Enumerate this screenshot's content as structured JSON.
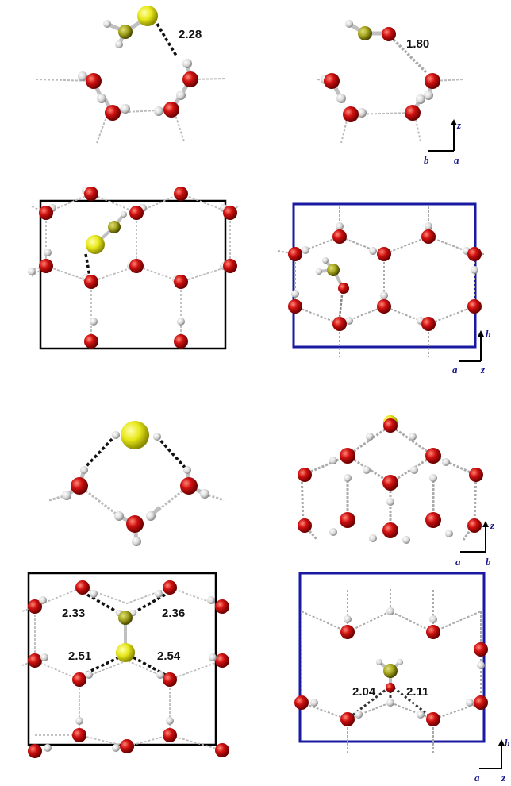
{
  "panels": {
    "top_left_side": {
      "distance": "2.28"
    },
    "top_right_side": {
      "distance": "1.80",
      "axes": {
        "vertical": "z",
        "left": "b",
        "right": "a"
      }
    },
    "top_right_top": {
      "axes": {
        "vertical": "b",
        "left": "a",
        "right": "z"
      }
    },
    "bottom_right_side": {
      "axes": {
        "vertical": "z",
        "left": "a",
        "right": "b"
      }
    },
    "bottom_left_top": {
      "distances": [
        "2.33",
        "2.36",
        "2.51",
        "2.54"
      ]
    },
    "bottom_right_top": {
      "distances": [
        "2.04",
        "2.11"
      ],
      "axes": {
        "vertical": "b",
        "left": "a",
        "right": "z"
      }
    }
  },
  "colors": {
    "oxygen": "#d01010",
    "hydrogen": "#d8d8d8",
    "sulfur": "#e8e81a",
    "sulfur_dark": "#a8a820",
    "cell_black": "#000000",
    "cell_blue": "#1a1aa0",
    "axis_blue": "#1a1a8c"
  }
}
